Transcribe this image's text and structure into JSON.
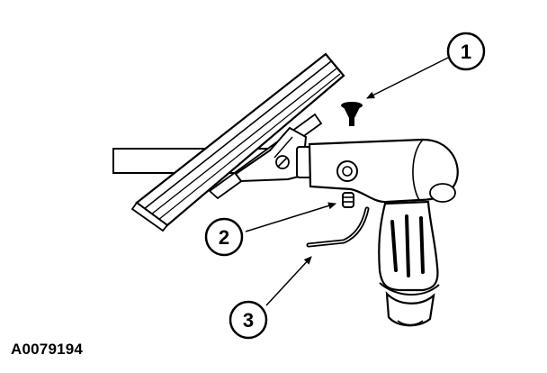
{
  "figure_id": "A0079194",
  "callouts": [
    {
      "number": "1"
    },
    {
      "number": "2"
    },
    {
      "number": "3"
    }
  ],
  "colors": {
    "line": "#000000",
    "fill": "#ffffff"
  }
}
